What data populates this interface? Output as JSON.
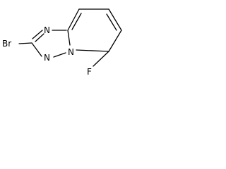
{
  "molecule": {
    "atoms": [
      {
        "id": "N1",
        "element": "N",
        "label": "N"
      },
      {
        "id": "N2",
        "element": "N",
        "label": "N"
      },
      {
        "id": "N3",
        "element": "N",
        "label": "N"
      },
      {
        "id": "C2",
        "element": "C",
        "label": ""
      },
      {
        "id": "C3a",
        "element": "C",
        "label": ""
      },
      {
        "id": "C4",
        "element": "C",
        "label": ""
      },
      {
        "id": "C5",
        "element": "C",
        "label": ""
      },
      {
        "id": "C6",
        "element": "C",
        "label": ""
      },
      {
        "id": "C7",
        "element": "C",
        "label": ""
      },
      {
        "id": "Br",
        "element": "Br",
        "label": "Br"
      },
      {
        "id": "F",
        "element": "F",
        "label": "F"
      }
    ],
    "bonds": [
      {
        "from": "N1",
        "to": "C2",
        "order": 1
      },
      {
        "from": "C2",
        "to": "N3",
        "order": 2
      },
      {
        "from": "N3",
        "to": "C3a",
        "order": 1
      },
      {
        "from": "C3a",
        "to": "N2",
        "order": 1
      },
      {
        "from": "N2",
        "to": "N1",
        "order": 1
      },
      {
        "from": "C3a",
        "to": "C4",
        "order": 2
      },
      {
        "from": "C4",
        "to": "C5",
        "order": 1
      },
      {
        "from": "C5",
        "to": "C6",
        "order": 2
      },
      {
        "from": "C6",
        "to": "C7",
        "order": 1
      },
      {
        "from": "C7",
        "to": "N2",
        "order": 1
      },
      {
        "from": "C2",
        "to": "Br",
        "order": 1
      },
      {
        "from": "C7",
        "to": "F",
        "order": 1
      }
    ]
  }
}
